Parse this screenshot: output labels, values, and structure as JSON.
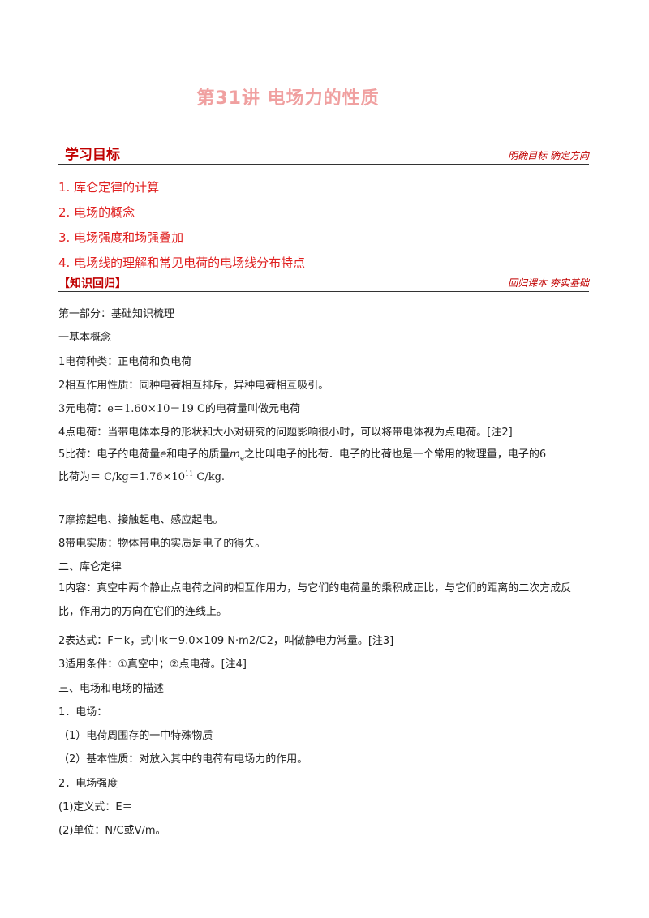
{
  "title": "第31讲  电场力的性质",
  "goals_section": {
    "heading": "学习目标",
    "tag": "明确目标  确定方向",
    "items": [
      "1. 库仑定律的计算",
      "2. 电场的概念",
      "3. 电场强度和场强叠加",
      "4. 电场线的理解和常见电荷的电场线分布特点"
    ]
  },
  "recall_section": {
    "heading": "【知识回归】",
    "tag": "回归课本  夯实基础"
  },
  "content": {
    "part1": "第一部分：基础知识梳理",
    "basic_concepts": "一基本概念",
    "l1": "1电荷种类：正电荷和负电荷",
    "l2": "2相互作用性质：同种电荷相互排斥，异种电荷相互吸引。",
    "l3": "3元电荷：e＝1.60×10－19 C的电荷量叫做元电荷",
    "l4": "4点电荷：当带电体本身的形状和大小对研究的问题影响很小时，可以将带电体视为点电荷。[注2]",
    "l5a": "5比荷：电子的电荷量",
    "l5_e": "e",
    "l5b": "和电子的质量",
    "l5_me": "m",
    "l5_me_sub": "e",
    "l5c": "之比叫电子的比荷．电子的比荷也是一个常用的物理量，电子的6",
    "l5d": "比荷为＝ C/kg＝1.76×10",
    "l5d_exp": "11",
    "l5e": " C/kg.",
    "l7": "7摩擦起电、接触起电、感应起电。",
    "l8": "8带电实质：物体带电的实质是电子的得失。",
    "coulomb": "二、库仑定律",
    "c1": "1内容：真空中两个静止点电荷之间的相互作用力，与它们的电荷量的乘积成正比，与它们的距离的二次方成反比，作用力的方向在它们的连线上。",
    "c2": "2表达式：F＝k，式中k＝9.0×109 N·m2/C2，叫做静电力常量。[注3]",
    "c3": "3适用条件：①真空中；②点电荷。[注4]",
    "field": "三、电场和电场的描述",
    "f1": "1．电场：",
    "f1a": "（1）电荷周围存的一中特殊物质",
    "f1b": "（2）基本性质：对放入其中的电荷有电场力的作用。",
    "f2": "2．电场强度",
    "f2a": "(1)定义式：E＝",
    "f2b": "(2)单位：N/C或V/m。"
  }
}
